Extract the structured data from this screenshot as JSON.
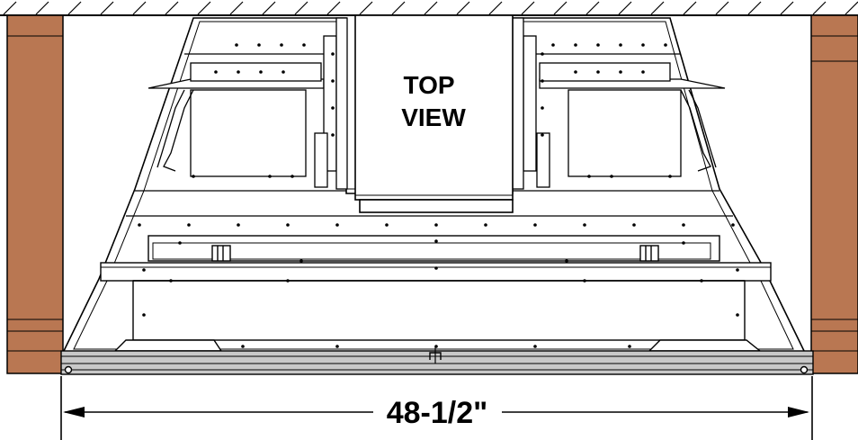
{
  "diagram": {
    "view_label_line1": "TOP",
    "view_label_line2": "VIEW",
    "width_dimension": "48-1/2\""
  },
  "colors": {
    "brick": "#b97752",
    "line": "#000000",
    "panel": "#ffffff",
    "grill": "#c8c8c8"
  }
}
